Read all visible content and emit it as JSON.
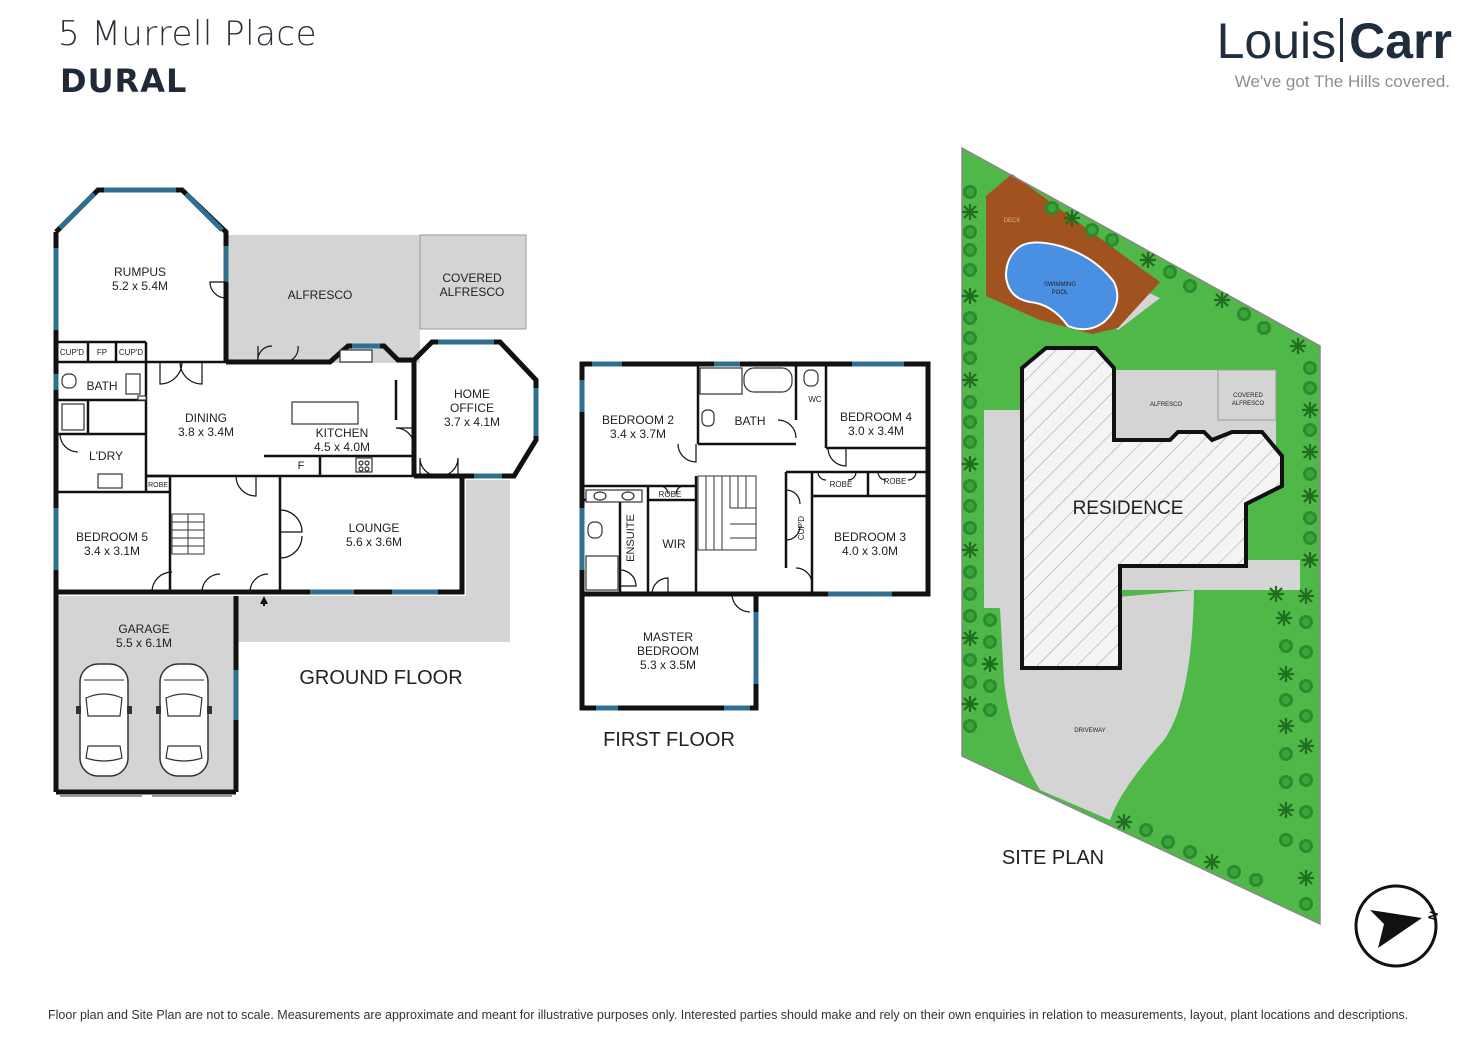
{
  "header": {
    "street": "5 Murrell Place",
    "suburb": "DURAL"
  },
  "logo": {
    "first": "Louis",
    "last": "Carr",
    "tagline": "We've got The Hills covered."
  },
  "ground_floor": {
    "title": "GROUND FLOOR",
    "rumpus_name": "RUMPUS",
    "rumpus_size": "5.2 x 5.4M",
    "alfresco": "ALFRESCO",
    "covered_alfresco_1": "COVERED",
    "covered_alfresco_2": "ALFRESCO",
    "cupd_left": "CUP'D",
    "fp": "FP",
    "cupd_right": "CUP'D",
    "bath": "BATH",
    "dining_name": "DINING",
    "dining_size": "3.8 x 3.4M",
    "kitchen_name": "KITCHEN",
    "kitchen_size": "4.5 x 4.0M",
    "fridge": "F",
    "office_name_1": "HOME",
    "office_name_2": "OFFICE",
    "office_size": "3.7 x 4.1M",
    "laundry": "L'DRY",
    "robe": "ROBE",
    "bedroom5_name": "BEDROOM 5",
    "bedroom5_size": "3.4 x 3.1M",
    "lounge_name": "LOUNGE",
    "lounge_size": "5.6 x 3.6M",
    "garage_name": "GARAGE",
    "garage_size": "5.5 x 6.1M"
  },
  "first_floor": {
    "title": "FIRST FLOOR",
    "bedroom2_name": "BEDROOM 2",
    "bedroom2_size": "3.4 x 3.7M",
    "bath": "BATH",
    "wc": "WC",
    "bedroom4_name": "BEDROOM 4",
    "bedroom4_size": "3.0 x 3.4M",
    "robe_b2": "ROBE",
    "robe_b3": "ROBE",
    "robe_b4": "ROBE",
    "ensuite": "ENSUITE",
    "wir": "WIR",
    "cupd": "CUP'D",
    "bedroom3_name": "BEDROOM 3",
    "bedroom3_size": "4.0 x 3.0M",
    "master_name_1": "MASTER",
    "master_name_2": "BEDROOM",
    "master_size": "5.3 x 3.5M"
  },
  "site_plan": {
    "title": "SITE PLAN",
    "residence": "RESIDENCE",
    "deck": "DECK",
    "pool_1": "SWIMMING",
    "pool_2": "POOL",
    "alfresco": "ALFRESCO",
    "covered_1": "COVERED",
    "covered_2": "ALFRESCO",
    "driveway": "DRIVEWAY",
    "compass": "N"
  },
  "colors": {
    "wall": "#111111",
    "window": "#2f6f8f",
    "outdoor": "#d4d4d4",
    "lawn": "#4fb848",
    "deck": "#a0521f",
    "pool": "#4a90e2",
    "residence_fill": "#f4f4f4"
  },
  "disclaimer": "Floor plan and Site Plan are not to scale. Measurements are approximate and meant for illustrative purposes only.  Interested parties should make and rely on their own enquiries in relation to measurements, layout, plant locations and descriptions."
}
